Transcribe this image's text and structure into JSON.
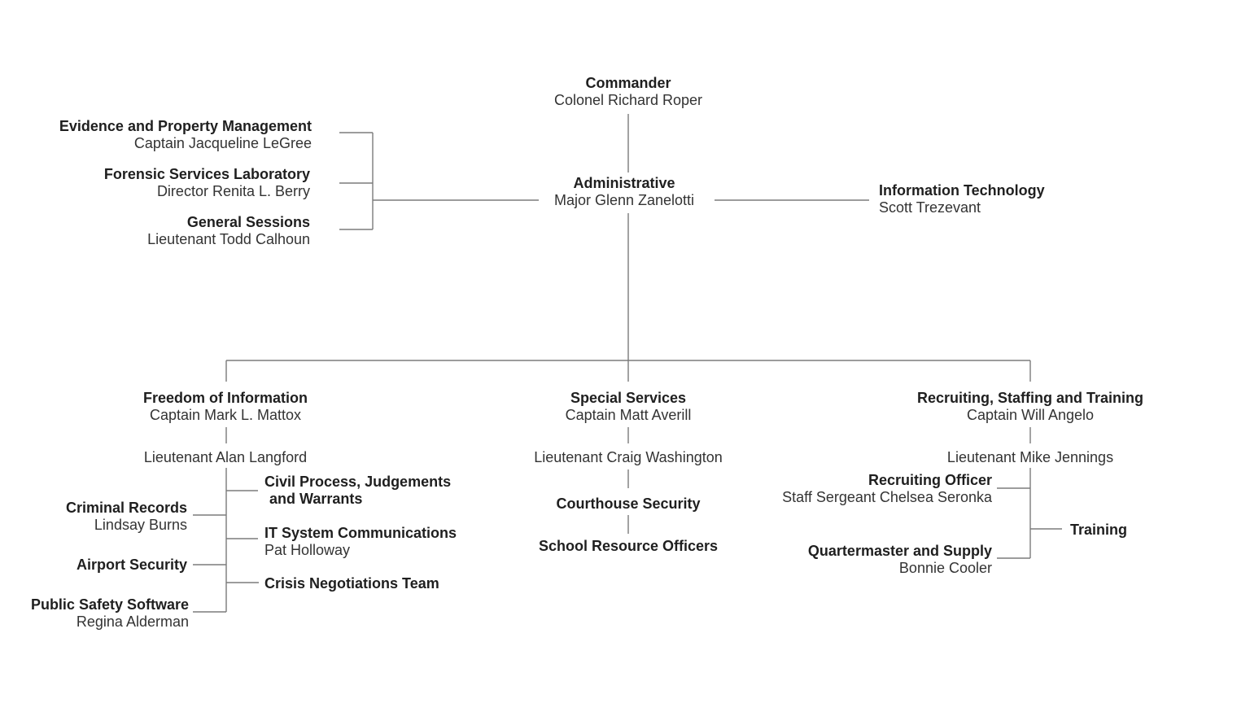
{
  "chart": {
    "commander": {
      "dept": "Commander",
      "person": "Colonel Richard Roper"
    },
    "administrative": {
      "dept": "Administrative",
      "person": "Major Glenn Zanelotti"
    },
    "information_technology": {
      "dept": "Information Technology",
      "person": "Scott Trezevant"
    },
    "evidence_property": {
      "dept": "Evidence and Property Management",
      "person": "Captain Jacqueline LeGree"
    },
    "forensic_lab": {
      "dept": "Forensic Services Laboratory",
      "person": "Director Renita L. Berry"
    },
    "general_sessions": {
      "dept": "General Sessions",
      "person": "Lieutenant Todd Calhoun"
    },
    "freedom_of_information": {
      "dept": "Freedom of Information",
      "person": "Captain Mark L. Mattox"
    },
    "foi_lieutenant": {
      "person": "Lieutenant Alan Langford"
    },
    "criminal_records": {
      "dept": "Criminal Records",
      "person": "Lindsay Burns"
    },
    "civil_process": {
      "dept_line1": "Civil Process, Judgements",
      "dept_line2": "and Warrants"
    },
    "it_system": {
      "dept": "IT System Communications",
      "person": "Pat Holloway"
    },
    "airport_security": {
      "dept": "Airport Security"
    },
    "crisis_team": {
      "dept": "Crisis Negotiations Team"
    },
    "public_safety_software": {
      "dept": "Public Safety Software",
      "person": "Regina Alderman"
    },
    "special_services": {
      "dept": "Special Services",
      "person": "Captain Matt Averill"
    },
    "ss_lieutenant": {
      "person": "Lieutenant Craig Washington"
    },
    "courthouse_security": {
      "dept": "Courthouse Security"
    },
    "school_resource": {
      "dept": "School Resource Officers"
    },
    "recruiting_staffing": {
      "dept": "Recruiting, Staffing and Training",
      "person": "Captain Will Angelo"
    },
    "rst_lieutenant": {
      "person": "Lieutenant Mike Jennings"
    },
    "recruiting_officer": {
      "dept": "Recruiting Officer",
      "person": "Staff Sergeant Chelsea Seronka"
    },
    "training": {
      "dept": "Training"
    },
    "quartermaster": {
      "dept": "Quartermaster and Supply",
      "person": "Bonnie Cooler"
    }
  },
  "colors": {
    "background": "#ffffff",
    "department_text": "#1f1f1f",
    "person_text": "#333333",
    "connector_line": "#7b7b7b"
  }
}
